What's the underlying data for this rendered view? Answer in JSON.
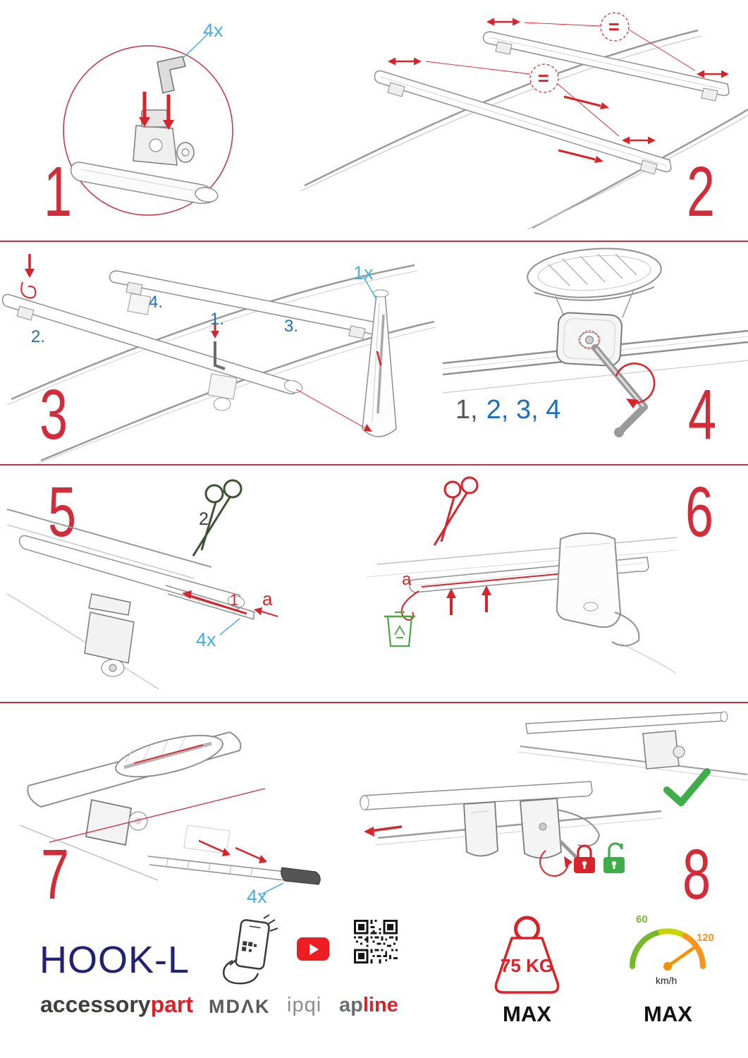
{
  "steps": {
    "s1": {
      "number": "1",
      "qty": "4x"
    },
    "s2": {
      "number": "2",
      "eq": "="
    },
    "s3": {
      "number": "3",
      "l1": "1.",
      "l2": "2.",
      "l3": "3.",
      "l4": "4.",
      "qty": "1x"
    },
    "s4": {
      "number": "4",
      "seq_first": "1,",
      "seq_rest": "2, 3, 4"
    },
    "s5": {
      "number": "5",
      "cut_label": "2",
      "strip_label": "1",
      "a_label": "a",
      "qty": "4x"
    },
    "s6": {
      "number": "6",
      "a_label": "a"
    },
    "s7": {
      "number": "7",
      "qty": "4x"
    },
    "s8": {
      "number": "8"
    }
  },
  "footer": {
    "product": "HOOK-L",
    "brand_black": "accessory",
    "brand_red": "part",
    "logo_mdak": "MDΛK",
    "logo_ipqi": "ipqi",
    "logo_ap": "ap",
    "logo_line": "line",
    "weight": {
      "value": "75 KG",
      "max_label": "MAX"
    },
    "speed": {
      "min": "60",
      "max": "120",
      "unit": "km/h",
      "max_label": "MAX"
    }
  },
  "icons": {
    "scissors-green-icon": "scissors (cut strip)",
    "scissors-red-icon": "scissors (cut excess)",
    "trash-recycle-icon": "waste bin with recycle arrows",
    "padlock-locked-icon": "closed padlock",
    "padlock-unlocked-icon": "open padlock",
    "checkmark-icon": "green check mark",
    "equals-badge": "circled equals sign",
    "phone-scan-icon": "hand holding phone scanning QR",
    "youtube-icon": "video play button",
    "qr-code": "QR code",
    "weight-icon": "max load weight",
    "speedometer-icon": "max speed gauge"
  },
  "colors": {
    "red": "#d8232a",
    "crimson": "#c4303f",
    "light_blue": "#45b0e0",
    "blue": "#1d70b7",
    "navy": "#232272",
    "green": "#3fae49",
    "line_gray": "#8f8f8f"
  }
}
